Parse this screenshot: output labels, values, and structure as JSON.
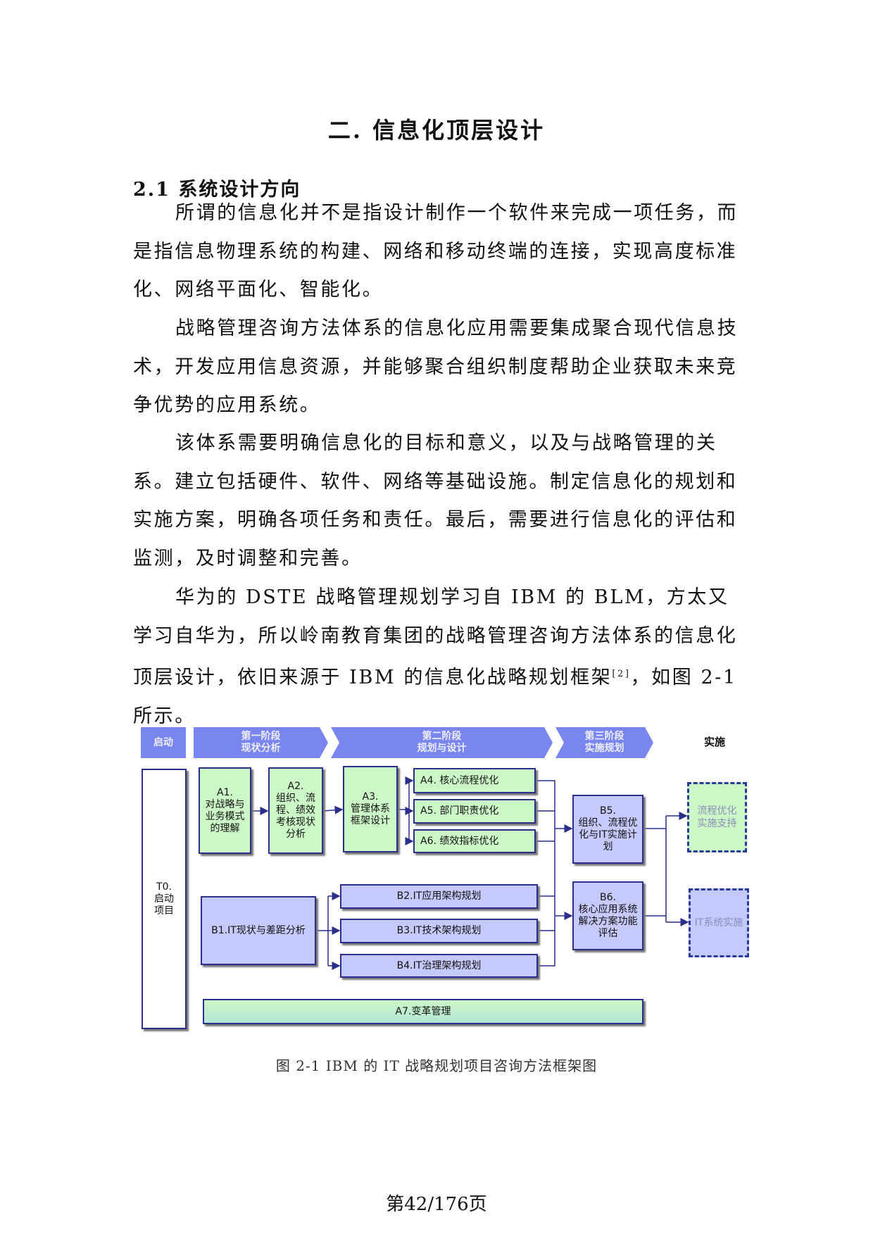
{
  "title": "二. 信息化顶层设计",
  "heading": "2.1 系统设计方向",
  "paragraphs": [
    "所谓的信息化并不是指设计制作一个软件来完成一项任务，而是指信息物理系统的构建、网络和移动终端的连接，实现高度标准化、网络平面化、智能化。",
    "战略管理咨询方法体系的信息化应用需要集成聚合现代信息技术，开发应用信息资源，并能够聚合组织制度帮助企业获取未来竞争优势的应用系统。",
    "该体系需要明确信息化的目标和意义，以及与战略管理的关系。建立包括硬件、软件、网络等基础设施。制定信息化的规划和实施方案，明确各项任务和责任。最后，需要进行信息化的评估和监测，及时调整和完善。"
  ],
  "para4": {
    "text": "华为的 DSTE 战略管理规划学习自 IBM 的 BLM，方太又学习自华为，所以岭南教育集团的战略管理咨询方法体系的信息化顶层设计，依旧来源于 IBM 的信息化战略规划框架",
    "ref": "[2]",
    "tail": "，如图 2-1 所示。"
  },
  "diagram": {
    "start": "启动",
    "stage1": [
      "第一阶段",
      "现状分析"
    ],
    "stage2": [
      "第二阶段",
      "规划与设计"
    ],
    "stage3": [
      "第三阶段",
      "实施规划"
    ],
    "impl": "实施",
    "t0": [
      "T0.",
      "启动",
      "项目"
    ],
    "a1": [
      "A1.",
      "对战略与",
      "业务模式",
      "的理解"
    ],
    "a2": [
      "A2.",
      "组织、流",
      "程、绩效",
      "考核现状",
      "分析"
    ],
    "a3": [
      "A3.",
      "管理体系",
      "框架设计"
    ],
    "a4": "A4. 核心流程优化",
    "a5": "A5. 部门职责优化",
    "a6": "A6. 绩效指标优化",
    "b1": "B1.IT现状与差距分析",
    "b2": "B2.IT应用架构规划",
    "b3": "B3.IT技术架构规划",
    "b4": "B4.IT治理架构规划",
    "b5": [
      "B5.",
      "组织、流程优",
      "化与IT实施计",
      "划"
    ],
    "b6": [
      "B6.",
      "核心应用系统",
      "解决方案功能",
      "评估"
    ],
    "out1": [
      "流程优化",
      "实施支持"
    ],
    "out2": "IT系统实施",
    "a7": "A7.变革管理",
    "colors": {
      "green": "#ccf7c6",
      "blue": "#c6c9fb",
      "header": "#7a86ef",
      "border": "#2a2f8c"
    }
  },
  "caption": "图 2-1 IBM 的 IT 战略规划项目咨询方法框架图",
  "footer": "第42/176页"
}
